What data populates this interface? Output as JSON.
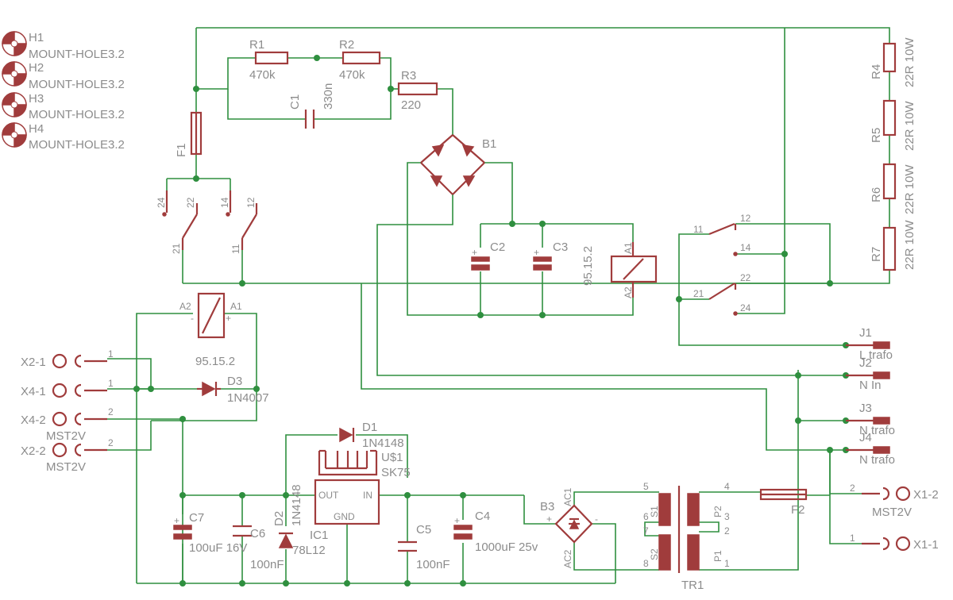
{
  "mount_holes": [
    {
      "ref": "H1",
      "value": "MOUNT-HOLE3.2"
    },
    {
      "ref": "H2",
      "value": "MOUNT-HOLE3.2"
    },
    {
      "ref": "H3",
      "value": "MOUNT-HOLE3.2"
    },
    {
      "ref": "H4",
      "value": "MOUNT-HOLE3.2"
    }
  ],
  "resistors": {
    "r1": {
      "ref": "R1",
      "value": "470k"
    },
    "r2": {
      "ref": "R2",
      "value": "470k"
    },
    "r3": {
      "ref": "R3",
      "value": "220"
    },
    "r4": {
      "ref": "R4",
      "value": "22R 10W"
    },
    "r5": {
      "ref": "R5",
      "value": "22R 10W"
    },
    "r6": {
      "ref": "R6",
      "value": "22R 10W"
    },
    "r7": {
      "ref": "R7",
      "value": "22R 10W"
    }
  },
  "capacitors": {
    "c1": {
      "ref": "C1",
      "value": "330n"
    },
    "c2": {
      "ref": "C2"
    },
    "c3": {
      "ref": "C3"
    },
    "c4": {
      "ref": "C4",
      "value": "1000uF 25v"
    },
    "c5": {
      "ref": "C5",
      "value": "100nF"
    },
    "c6": {
      "ref": "C6",
      "value": "100nF"
    },
    "c7": {
      "ref": "C7",
      "value": "100uF 16V"
    }
  },
  "fuses": {
    "f1": "F1",
    "f2": "F2"
  },
  "bridges": {
    "b1": "B1",
    "b3": "B3",
    "b3_ac1": "AC1",
    "b3_ac2": "AC2",
    "plus": "+",
    "minus": "-"
  },
  "relay_coil_right": {
    "value": "95.15.2",
    "a1": "A1",
    "a2": "A2"
  },
  "relay_coil_left": {
    "value": "95.15.2",
    "a1": "A1",
    "a2": "A2",
    "minus": "-",
    "plus": "+"
  },
  "relay_contacts_left": {
    "p24": "24",
    "p22": "22",
    "p14": "14",
    "p12": "12",
    "p21": "21",
    "p11": "11"
  },
  "relay_contacts_right": {
    "p11": "11",
    "p12": "12",
    "p14": "14",
    "p21": "21",
    "p22": "22",
    "p24": "24"
  },
  "diodes": {
    "d1": {
      "ref": "D1",
      "value": "1N4148"
    },
    "d2": {
      "ref": "D2",
      "value": "1N4148"
    },
    "d3": {
      "ref": "D3",
      "value": "1N4007"
    }
  },
  "regulator": {
    "ref": "IC1",
    "value": "78L12",
    "out": "OUT",
    "in": "IN",
    "gnd": "GND"
  },
  "heatsink": {
    "ref": "U$1",
    "value": "SK75"
  },
  "transformer": {
    "ref": "TR1",
    "s1": "S1",
    "s2": "S2",
    "p1": "P1",
    "p2": "P2",
    "pins": [
      "5",
      "6",
      "7",
      "8",
      "4",
      "3",
      "2",
      "1"
    ]
  },
  "connectors_left": [
    {
      "ref": "X2-1",
      "pin": "1"
    },
    {
      "ref": "X4-1",
      "pin": "1"
    },
    {
      "ref": "X4-2",
      "pin": "2",
      "value": "MST2V"
    },
    {
      "ref": "X2-2",
      "pin": "2",
      "value": "MST2V"
    }
  ],
  "connectors_right": [
    {
      "ref": "X1-2",
      "pin": "2",
      "value": "MST2V"
    },
    {
      "ref": "X1-1",
      "pin": "1"
    }
  ],
  "jumpers": [
    {
      "ref": "J1",
      "value": "L trafo"
    },
    {
      "ref": "J2",
      "value": "N In"
    },
    {
      "ref": "J3",
      "value": "N trafo"
    },
    {
      "ref": "J4",
      "value": "N trafo"
    }
  ]
}
